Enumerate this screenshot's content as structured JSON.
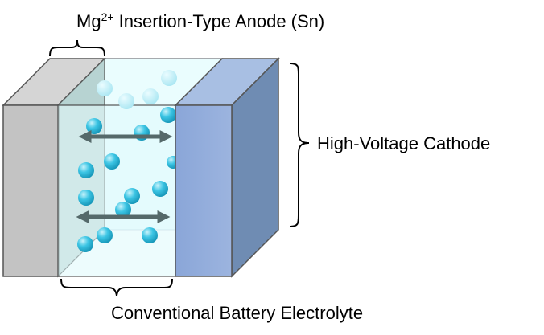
{
  "labels": {
    "anode_prefix": "Mg",
    "anode_superscript": "2+",
    "anode_suffix": " Insertion-Type Anode (Sn)",
    "cathode": "High-Voltage Cathode",
    "electrolyte": "Conventional Battery Electrolyte"
  },
  "colors": {
    "anode_front": "#c4c4c4",
    "anode_top": "#d6d6d6",
    "electrolyte_fill": "#e3fbfc",
    "cathode_front": "#8eaadb",
    "cathode_top": "#a9c0e3",
    "cathode_side": "#6f8db4",
    "ion": "#34c3e2",
    "arrow": "#55696a"
  },
  "icons": {
    "ion": "sphere-icon",
    "arrow": "double-arrow-icon",
    "brace": "curly-brace-icon"
  }
}
